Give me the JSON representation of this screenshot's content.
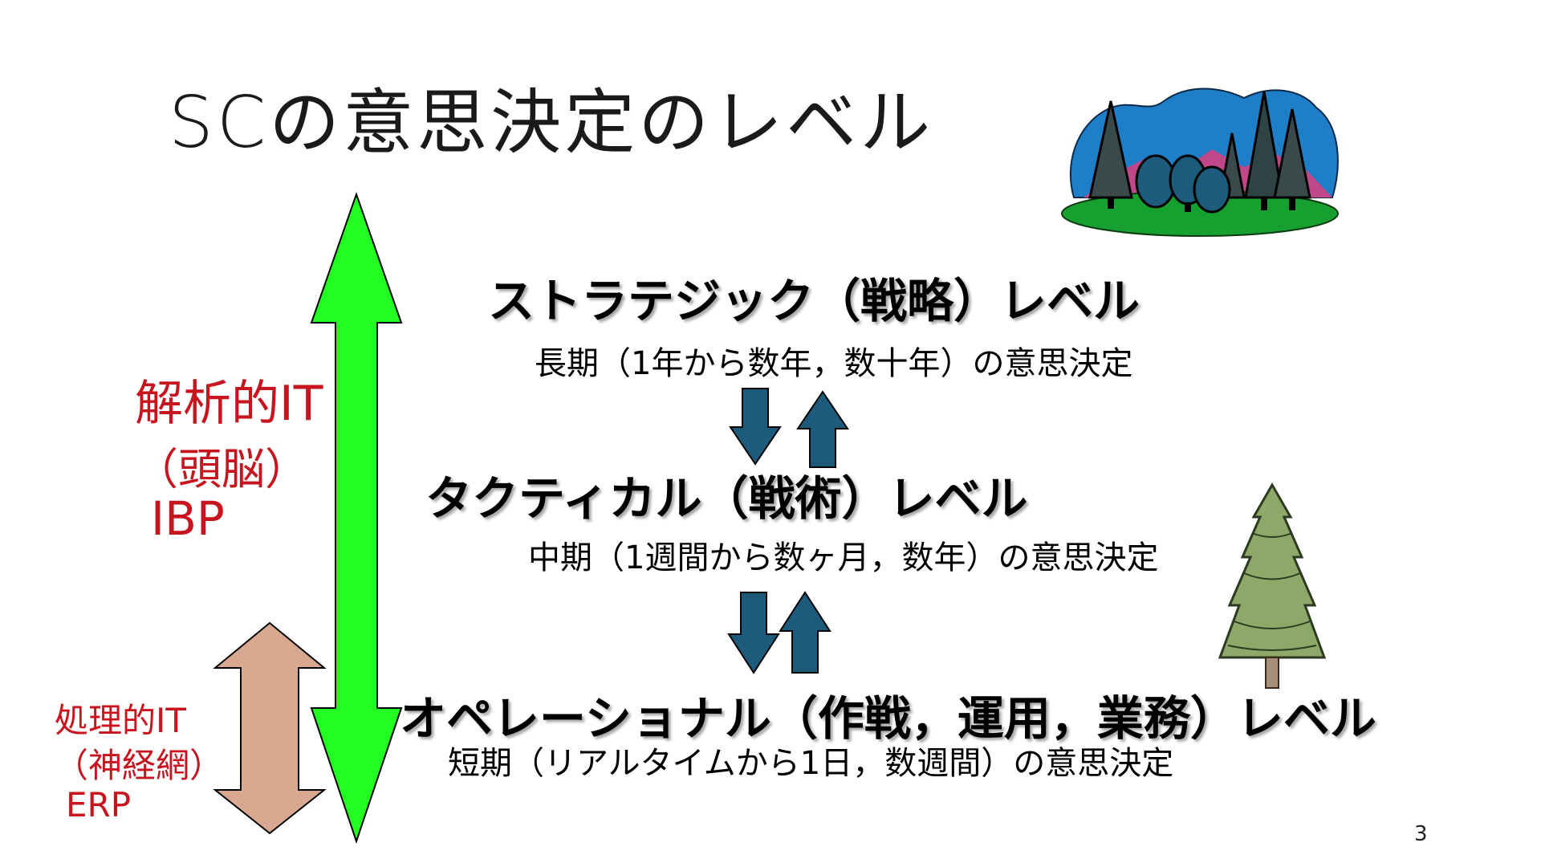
{
  "slide": {
    "title": "SCの意思決定のレベル",
    "page_number": "3",
    "levels": [
      {
        "name": "ストラテジック（戦略）レベル",
        "description": "長期（1年から数年，数十年）の意思決定"
      },
      {
        "name": "タクティカル（戦術）レベル",
        "description": "中期（1週間から数ヶ月，数年）の意思決定"
      },
      {
        "name": "オペレーショナル（作戦，運用，業務）レベル",
        "description": "短期（リアルタイムから1日，数週間）の意思決定"
      }
    ],
    "analytical_it": {
      "line1": "解析的IT",
      "line2": "（頭脳）",
      "line3": "IBP"
    },
    "processing_it": {
      "line1": "処理的IT",
      "line2": "（神経網）",
      "line3": "ERP"
    }
  },
  "colors": {
    "green_arrow": "#22ff22",
    "tan_arrow": "#d8a890",
    "blue_arrow": "#1d5b7c",
    "label_red": "#c8141e"
  }
}
